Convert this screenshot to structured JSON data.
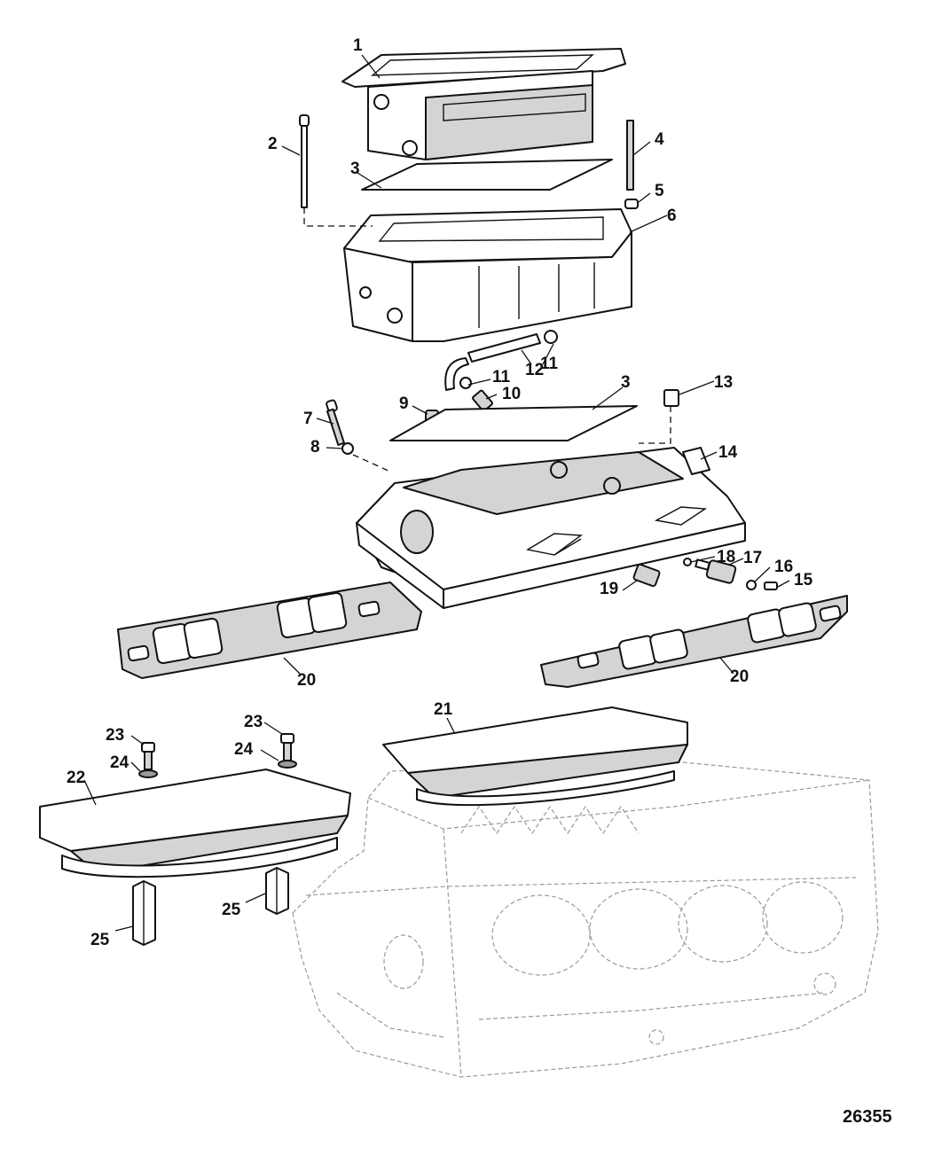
{
  "callouts": [
    "1",
    "2",
    "3",
    "4",
    "5",
    "6",
    "3",
    "7",
    "8",
    "9",
    "10",
    "11",
    "11",
    "12",
    "13",
    "14",
    "15",
    "16",
    "17",
    "18",
    "19",
    "20",
    "20",
    "21",
    "22",
    "23",
    "24",
    "23",
    "24",
    "25",
    "25"
  ],
  "reference_number": "26355"
}
